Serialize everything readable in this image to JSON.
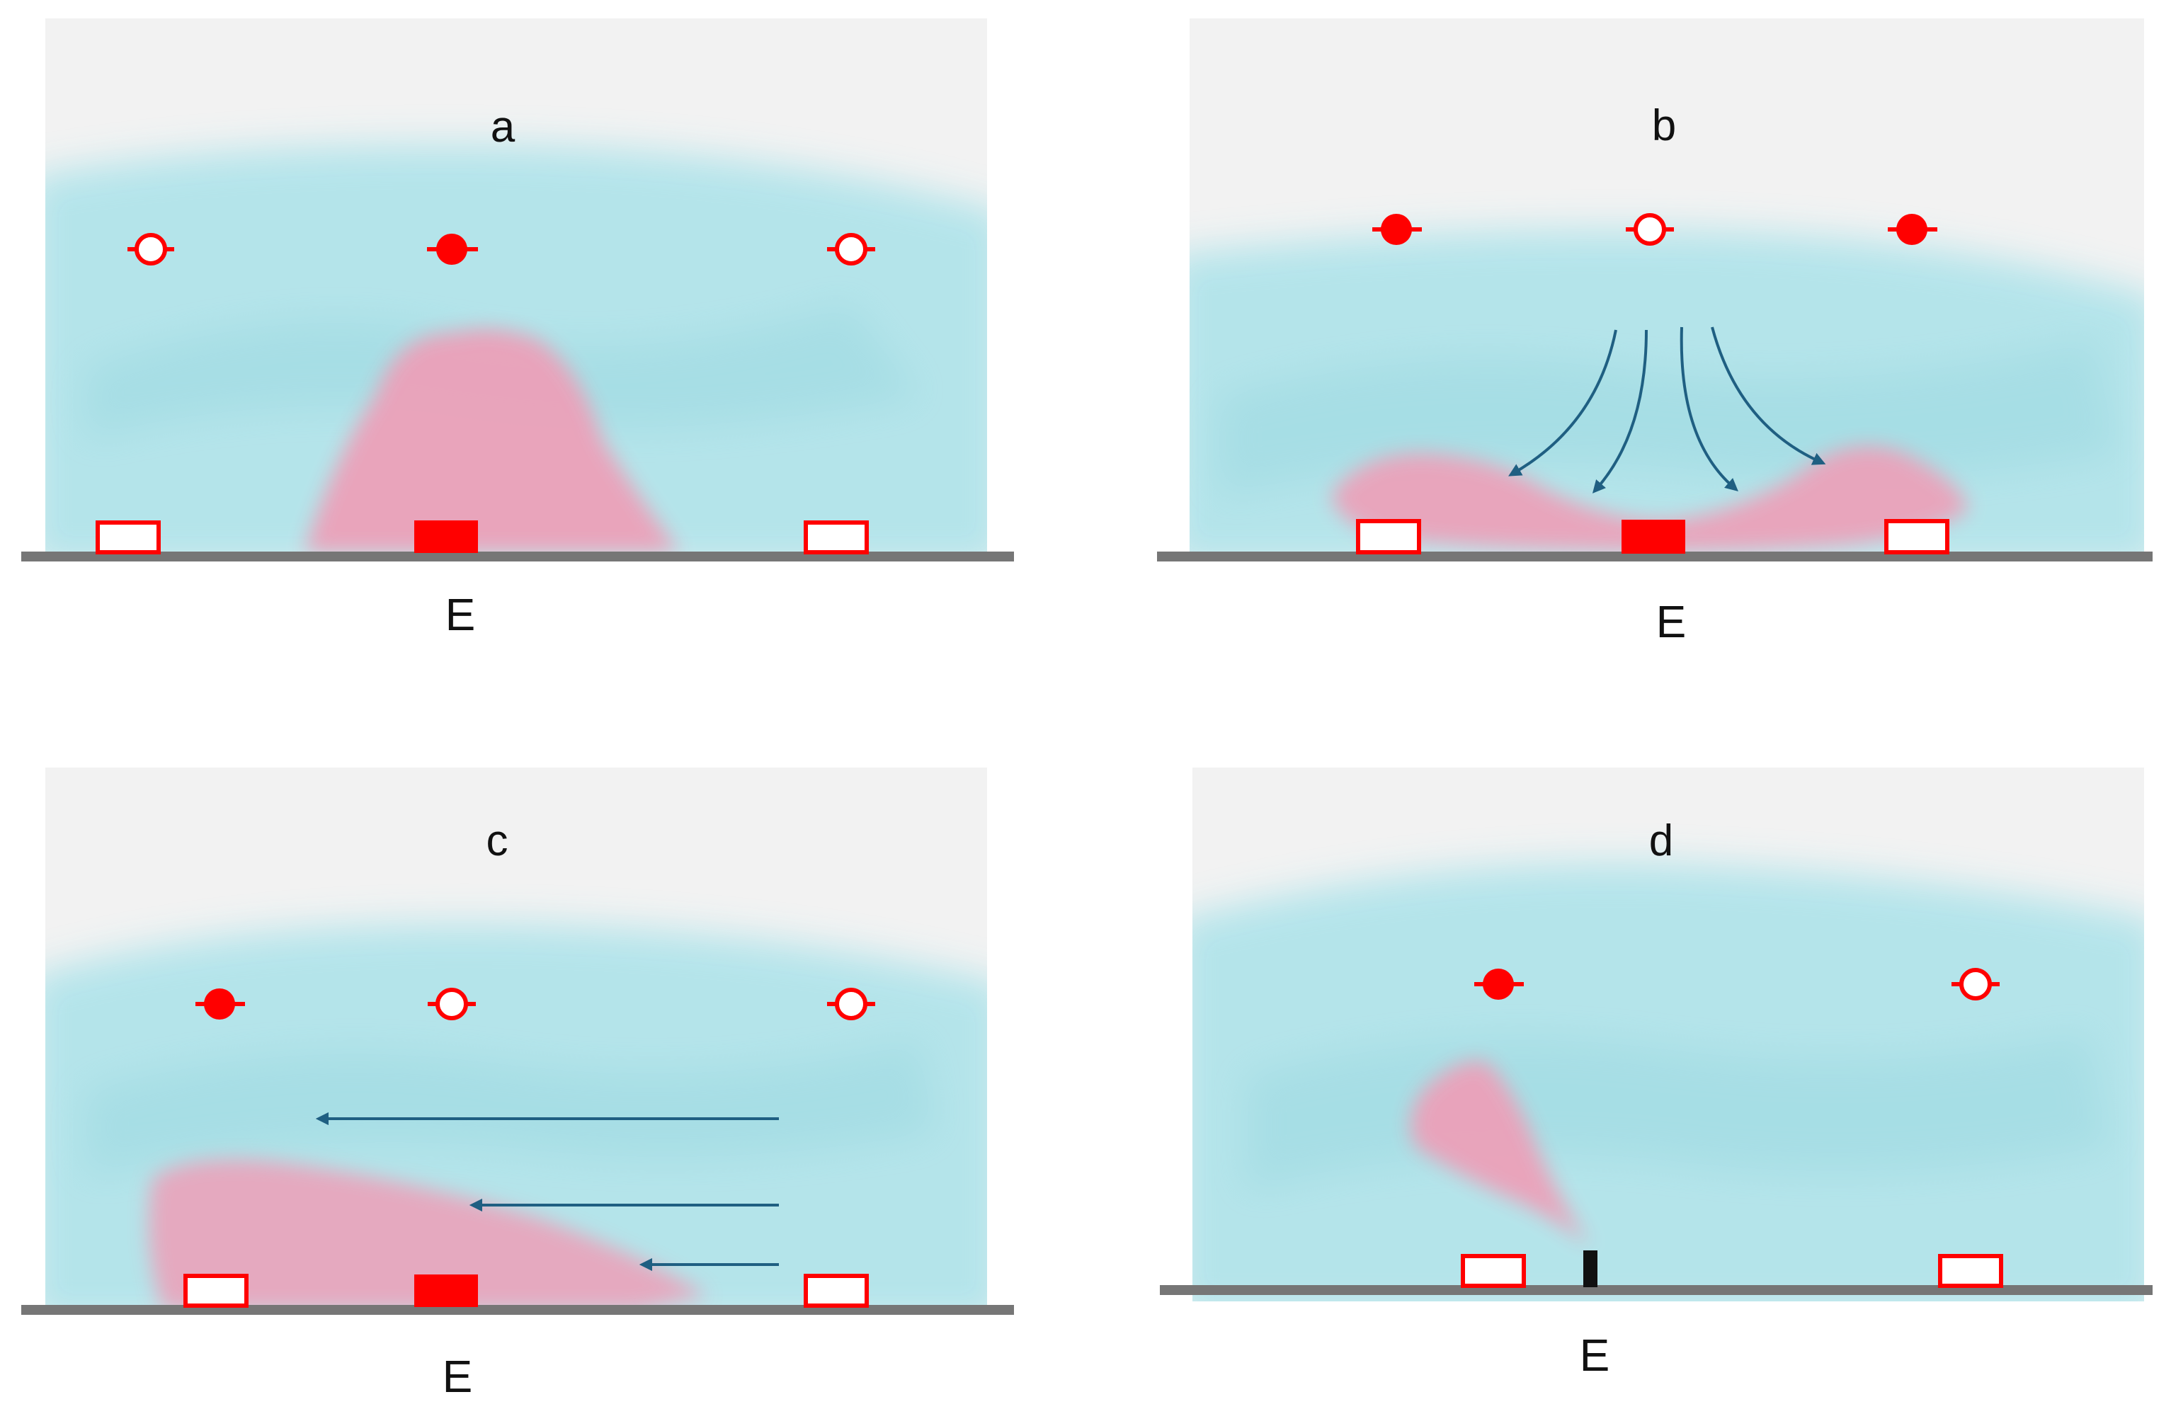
{
  "figure": {
    "colors": {
      "sky": "#f2f2f2",
      "air": "#aee3ea",
      "plume": "#ee9fb8",
      "marker": "#ff0000",
      "arrow": "#1f5f82",
      "ground": "#767676",
      "tower": "#111111"
    },
    "panels": [
      {
        "id": "a",
        "label": "a",
        "ground_label": "E",
        "air_markers": [
          "open",
          "filled",
          "open"
        ],
        "ground_markers": [
          "open",
          "filled",
          "open"
        ],
        "plume": "rising-dome",
        "arrows": "none"
      },
      {
        "id": "b",
        "label": "b",
        "ground_label": "E",
        "air_markers": [
          "filled",
          "open",
          "filled"
        ],
        "ground_markers": [
          "open",
          "filled",
          "open"
        ],
        "plume": "flattened-layer",
        "arrows": "downdraft-diverging"
      },
      {
        "id": "c",
        "label": "c",
        "ground_label": "E",
        "air_markers": [
          "filled",
          "open",
          "open"
        ],
        "ground_markers": [
          "open",
          "filled",
          "open"
        ],
        "plume": "wind-driven-layer",
        "arrows": "horizontal-leftward"
      },
      {
        "id": "d",
        "label": "d",
        "ground_label": "E",
        "air_markers": [
          "filled",
          "open"
        ],
        "ground_markers": [
          "open",
          "source-tower",
          "open"
        ],
        "plume": "point-source-plume",
        "arrows": "none"
      }
    ]
  }
}
